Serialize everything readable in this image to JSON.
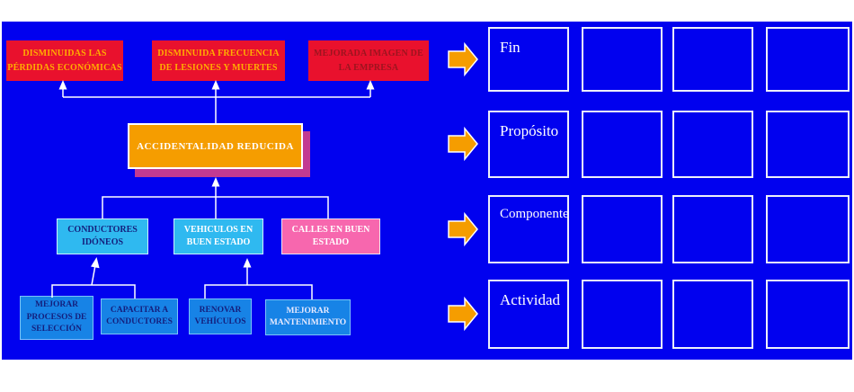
{
  "palette": {
    "background": "#ffffff",
    "canvas_blue": "#0101ef",
    "red_box": "#e9112d",
    "yellow_text": "#ffae00",
    "dark_red_text": "#9c141f",
    "orange": "#f59d00",
    "magenta_shadow": "#c23a92",
    "cyan_box": "#2fb9f0",
    "pink_box": "#f767ae",
    "azure_box": "#1783e6",
    "navy_text": "#141f7d",
    "white_line": "#ffffff"
  },
  "objective_tree": {
    "fin_level": [
      {
        "label": "DISMINUIDAS LAS PÉRDIDAS ECONÓMICAS"
      },
      {
        "label": "DISMINUIDA FRECUENCIA DE LESIONES Y MUERTES"
      },
      {
        "label": "MEJORADA IMAGEN DE LA EMPRESA"
      }
    ],
    "proposito_level": {
      "label": "ACCIDENTALIDAD REDUCIDA"
    },
    "componente_level": [
      {
        "label": "CONDUCTORES IDÓNEOS"
      },
      {
        "label": "VEHICULOS EN BUEN ESTADO"
      },
      {
        "label": "CALLES EN BUEN ESTADO"
      }
    ],
    "actividad_level": [
      {
        "label": "MEJORAR PROCESOS DE SELECCIÓN"
      },
      {
        "label": "CAPACITAR A CONDUCTORES"
      },
      {
        "label": "RENOVAR VEHÍCULOS"
      },
      {
        "label": "MEJORAR MANTENIMIENTO"
      }
    ]
  },
  "logframe_matrix": {
    "row_labels": [
      "Fin",
      "Propósito",
      "Componente",
      "Actividad"
    ],
    "columns_per_row": 4
  }
}
